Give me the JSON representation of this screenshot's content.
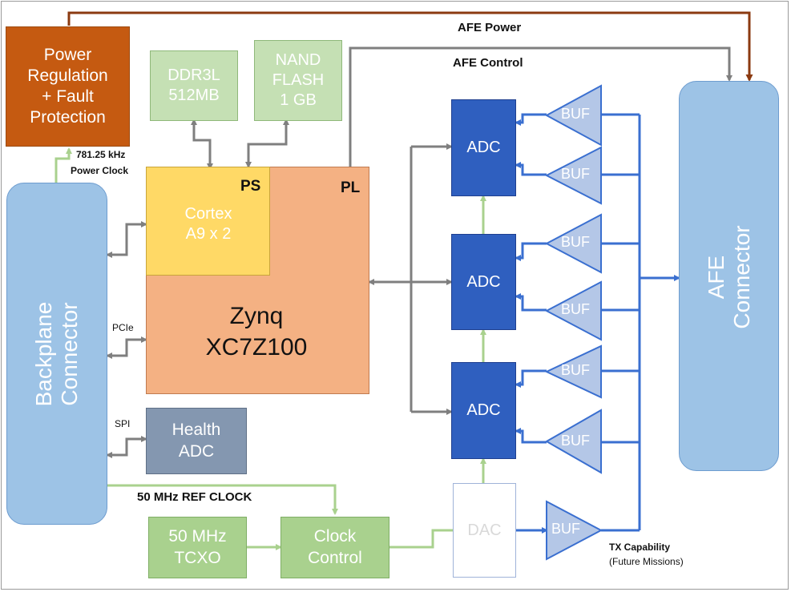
{
  "blocks": {
    "power": [
      "Power",
      "Regulation",
      "+ Fault",
      "Protection"
    ],
    "ddr": [
      "DDR3L",
      "512MB"
    ],
    "nand": [
      "NAND",
      "FLASH",
      "1 GB"
    ],
    "ps": "PS",
    "pl": "PL",
    "cortex": [
      "Cortex",
      "A9 x 2"
    ],
    "zynq": [
      "Zynq",
      "XC7Z100"
    ],
    "backplane": [
      "Backplane",
      "Connector"
    ],
    "health": [
      "Health",
      "ADC"
    ],
    "adc": [
      "ADC",
      "ADC",
      "ADC"
    ],
    "dac": "DAC",
    "afe": [
      "AFE",
      "Connector"
    ],
    "tcxo": [
      "50 MHz",
      "TCXO"
    ],
    "clock": [
      "Clock",
      "Control"
    ],
    "buf": [
      "BUF",
      "BUF",
      "BUF",
      "BUF",
      "BUF",
      "BUF",
      "BUF"
    ]
  },
  "labels": {
    "afe_power": "AFE Power",
    "afe_control": "AFE Control",
    "power_clock": [
      "781.25 kHz",
      "Power Clock"
    ],
    "pcie": "PCIe",
    "spi": "SPI",
    "ref_clock": "50 MHz REF CLOCK",
    "tx": [
      "TX Capability",
      "(Future Missions)"
    ]
  },
  "colors": {
    "power_block": "#c55a11",
    "power_line": "#8b3a10",
    "memory_block": "#c5e0b4",
    "zynq_pl": "#f4b183",
    "zynq_ps": "#ffd966",
    "connector": "#9dc3e6",
    "health_adc": "#8497b0",
    "adc_block": "#2f5fbf",
    "buffer": "#b4c7e7",
    "blue_line": "#3a6fd0",
    "clock_block": "#a9d18e",
    "green_line": "#a9d18e",
    "gray_line": "#7f7f7f"
  }
}
